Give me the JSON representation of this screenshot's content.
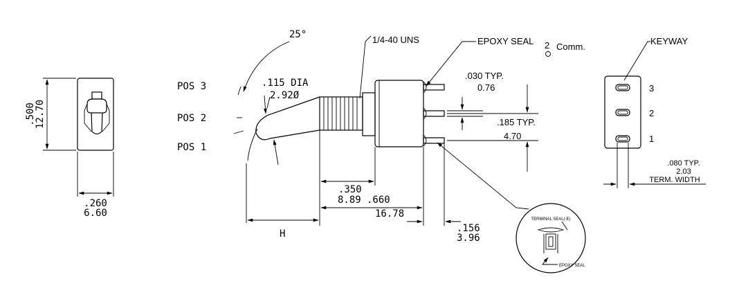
{
  "front_view": {
    "height_inch": ".500",
    "height_mm": "12.70",
    "width_inch": ".260",
    "width_mm": "6.60"
  },
  "side_view": {
    "angle": "25°",
    "pos3": "POS 3",
    "pos2": "POS 2",
    "pos1": "POS 1",
    "dia_inch": ".115 DIA",
    "dia_mm": "2.92Ø",
    "thread": "1/4-40 UNS",
    "epoxy_seal": "EPOXY SEAL",
    "comm_num": "2",
    "comm_label": "Comm.",
    "typ030_inch": ".030 TYP.",
    "typ030_mm": "0.76",
    "typ185_inch": ".185 TYP.",
    "typ185_mm": "4.70",
    "bush_inch": ".350",
    "bush_mm": "8.89",
    "body_inch": ".660",
    "body_mm": "16.78",
    "h_label": "H",
    "term_inch": ".156",
    "term_mm": "3.96"
  },
  "detail": {
    "terminal_seal": "TERMINAL SEAL(-E)",
    "epoxy_seal": "EPOXY SEAL"
  },
  "keyway_view": {
    "keyway": "KEYWAY",
    "n3": "3",
    "n2": "2",
    "n1": "1",
    "typ080_inch": ".080 TYP.",
    "typ080_mm": "2.03",
    "term_width": "TERM. WIDTH"
  }
}
